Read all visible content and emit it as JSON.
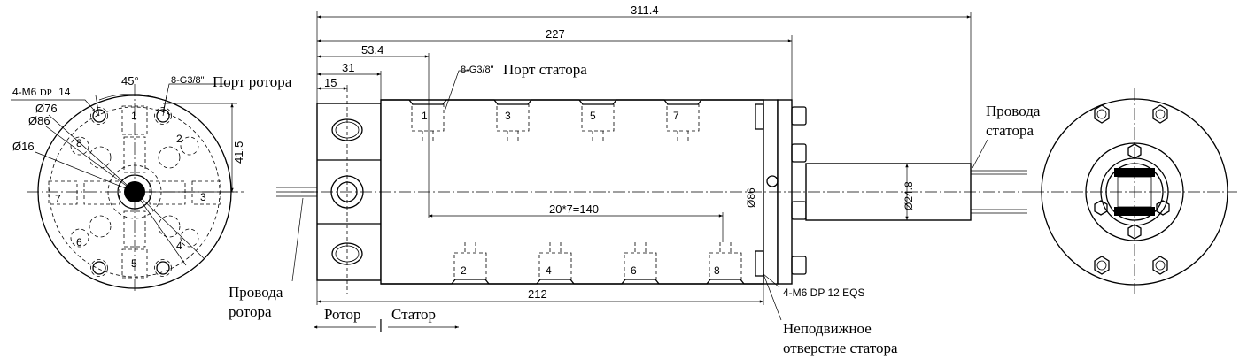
{
  "dimensions": {
    "overall": "311.4",
    "d227": "227",
    "d53_4": "53.4",
    "d31": "31",
    "d15": "15",
    "d212": "212",
    "pitch": "20*7=140",
    "h41_5": "41.5",
    "phi86_side": "Ø86",
    "phi24_8": "Ø24.8",
    "angle": "45°"
  },
  "front_view": {
    "holes": "4-M6",
    "holes_dp": "DP",
    "holes_depth": "14",
    "phi76": "Ø76",
    "phi86": "Ø86",
    "phi16": "Ø16",
    "rotor_port_spec": "8-G3/8\"",
    "rotor_port_label": "Порт ротора",
    "port_numbers": [
      "1",
      "2",
      "3",
      "4",
      "5",
      "6",
      "7",
      "8"
    ]
  },
  "side_view": {
    "stator_port_spec": "8-G3/8\"",
    "stator_port_label": "Порт статора",
    "top_ports": [
      "1",
      "3",
      "5",
      "7"
    ],
    "bottom_ports": [
      "2",
      "4",
      "6",
      "8"
    ],
    "fixing_spec": "4-M6 DP 12 EQS",
    "fixing_label_line1": "Неподвижное",
    "fixing_label_line2": "отверстие статора",
    "rotor_wires_line1": "Провода",
    "rotor_wires_line2": "ротора",
    "stator_wires_line1": "Провода",
    "stator_wires_line2": "статора",
    "rotor": "Ротор",
    "separator": "|",
    "stator": "Статор"
  }
}
